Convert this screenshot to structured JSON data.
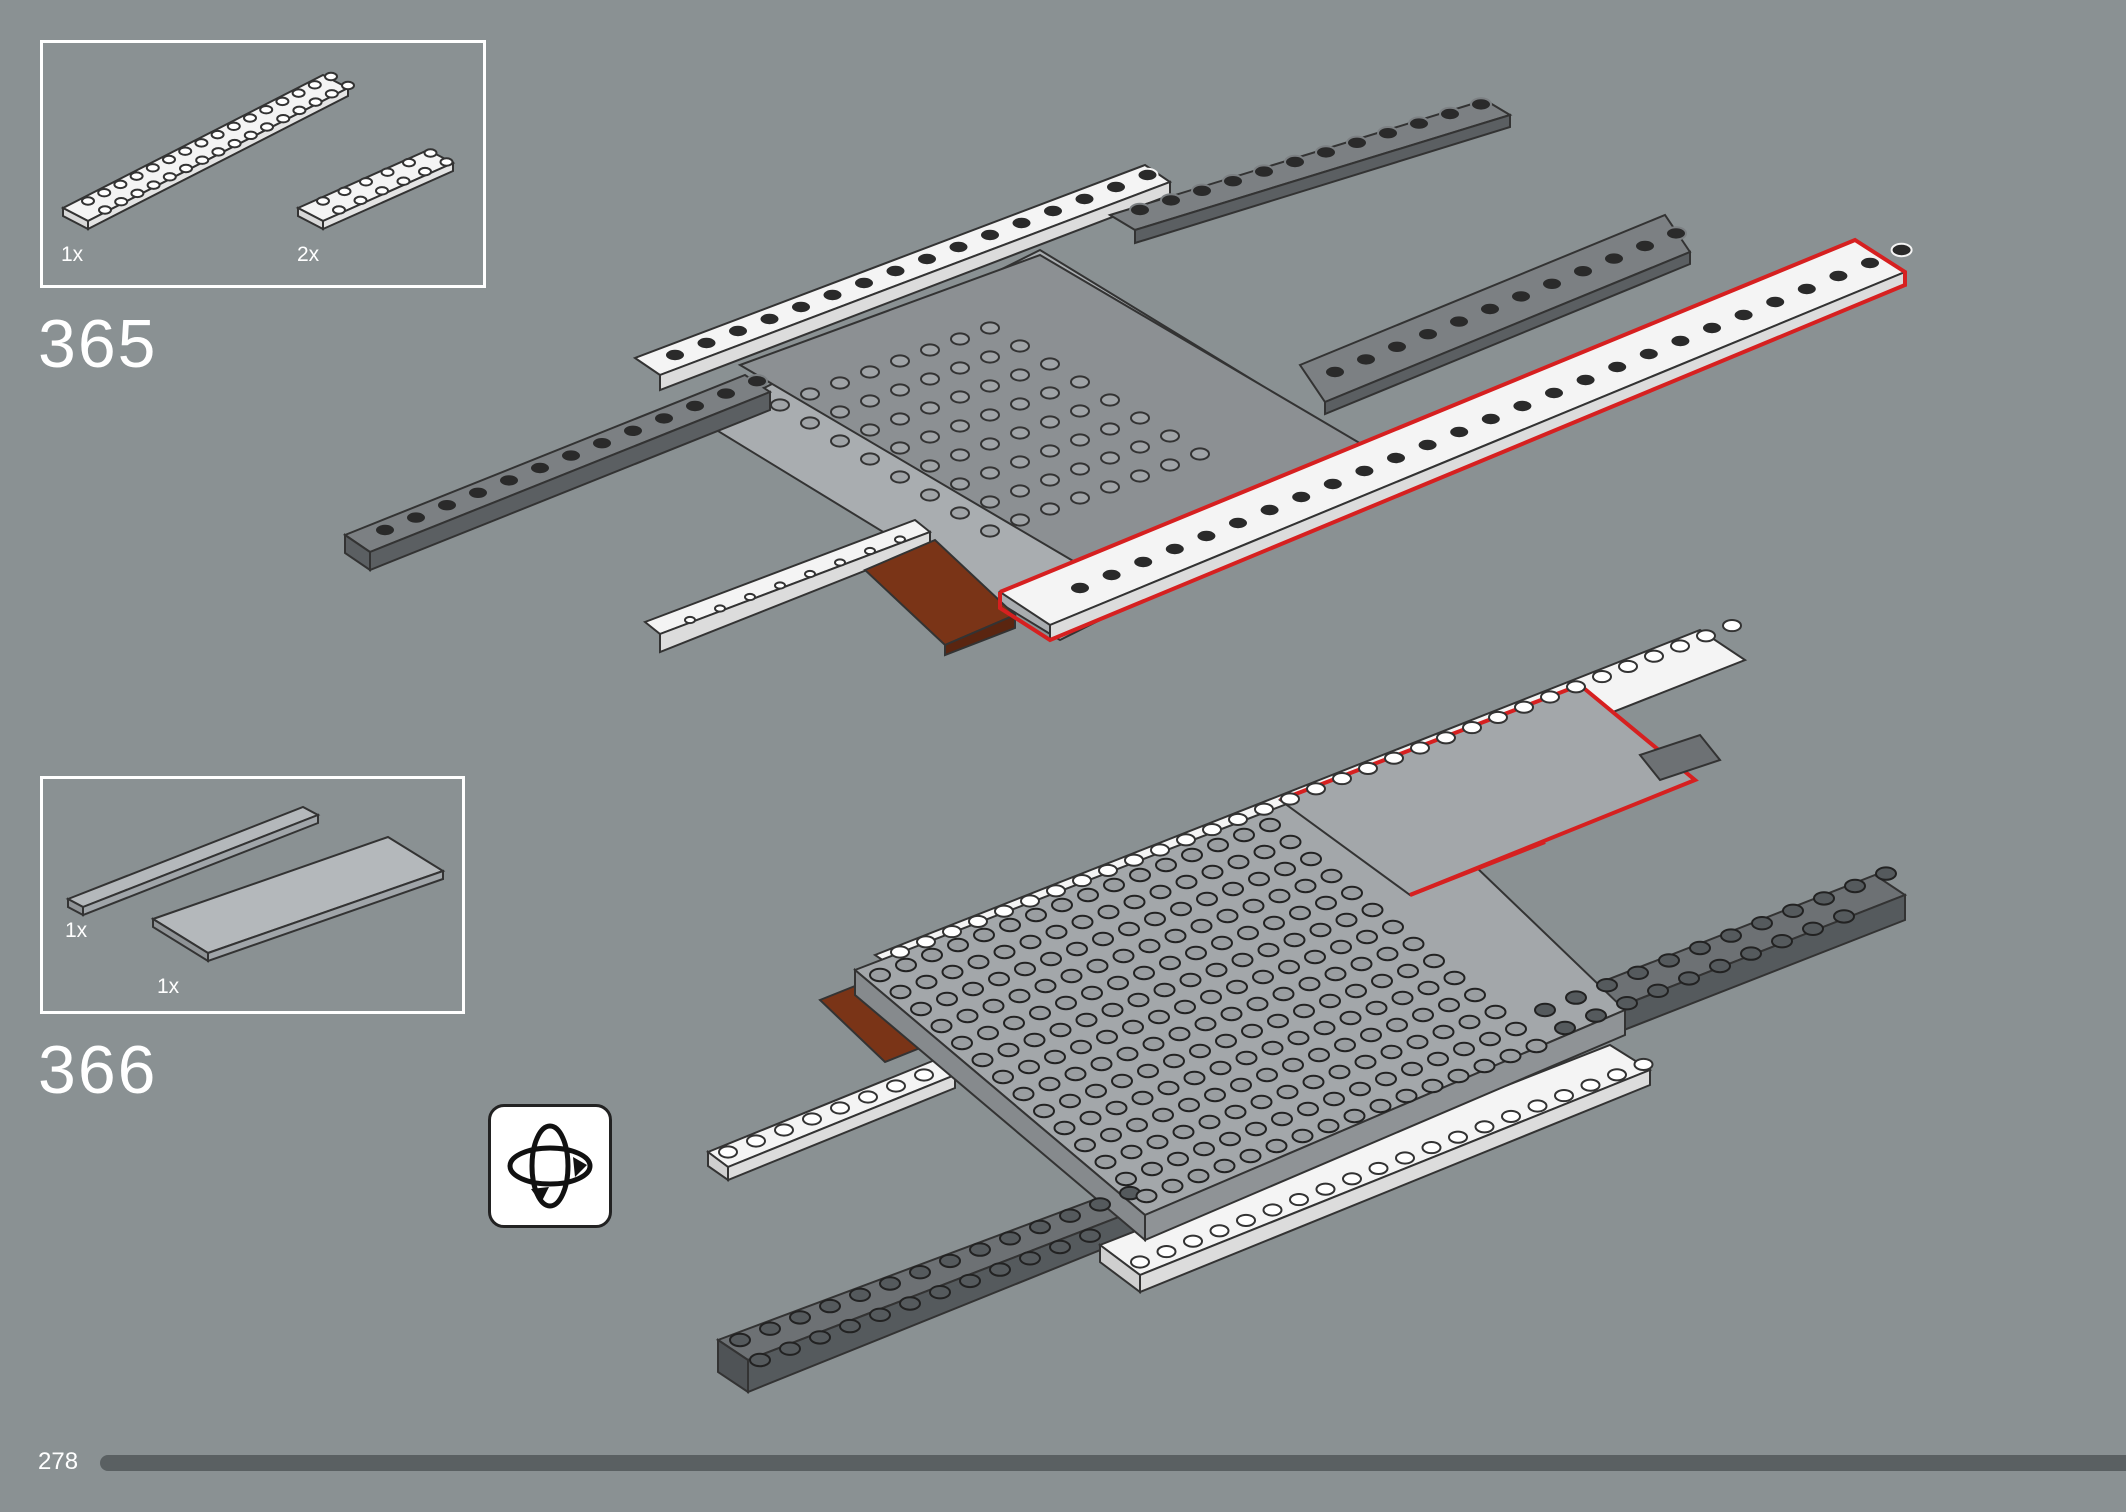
{
  "steps": [
    {
      "number": "365",
      "parts": [
        {
          "quantity": "1x",
          "color": "#f2f2f2",
          "studs": "2x16"
        },
        {
          "quantity": "2x",
          "color": "#f2f2f2",
          "studs": "2x6"
        }
      ]
    },
    {
      "number": "366",
      "parts": [
        {
          "quantity": "1x",
          "color": "#a0a5a9",
          "studs": "1x10"
        },
        {
          "quantity": "1x",
          "color": "#a0a5a9",
          "studs": "4x12"
        }
      ]
    }
  ],
  "rotate_icon": "rotate-model-icon",
  "page": {
    "number": "278"
  },
  "colors": {
    "background": "#8a9193",
    "highlight": "#d62020",
    "white_plate": "#f2f2f2",
    "light_gray_plate": "#a0a5a9",
    "dark_gray_plate": "#6b6f72",
    "brown_plate": "#7a3417"
  }
}
